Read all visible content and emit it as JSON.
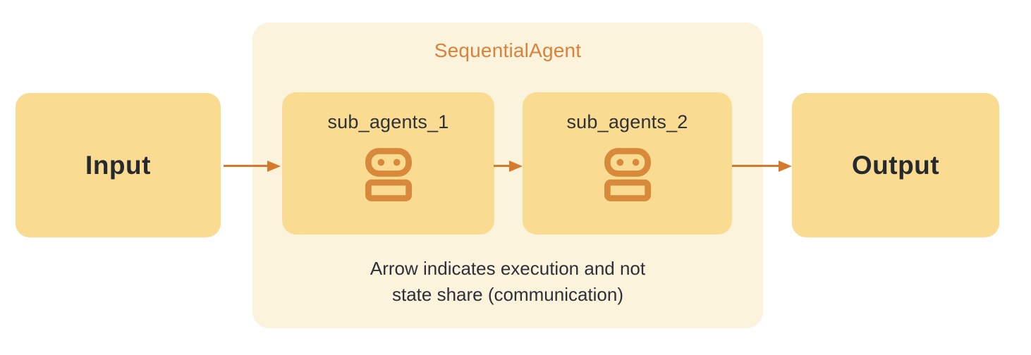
{
  "diagram": {
    "group": {
      "title": "SequentialAgent",
      "caption_line1": "Arrow indicates execution and not",
      "caption_line2": "state share (communication)"
    },
    "nodes": {
      "input": {
        "label": "Input"
      },
      "sub_agent_1": {
        "label": "sub_agents_1"
      },
      "sub_agent_2": {
        "label": "sub_agents_2"
      },
      "output": {
        "label": "Output"
      }
    },
    "arrows": [
      {
        "from": "input",
        "to": "sub_agents_1"
      },
      {
        "from": "sub_agents_1",
        "to": "sub_agents_2"
      },
      {
        "from": "sub_agents_2",
        "to": "output"
      }
    ],
    "colors": {
      "node_fill": "#F9DC92",
      "group_fill": "#FCF3DC",
      "accent_orange": "#D9823B",
      "arrow_orange": "#D5792B",
      "robot_orange": "#D8893B",
      "text_dark": "#2D3038"
    }
  }
}
